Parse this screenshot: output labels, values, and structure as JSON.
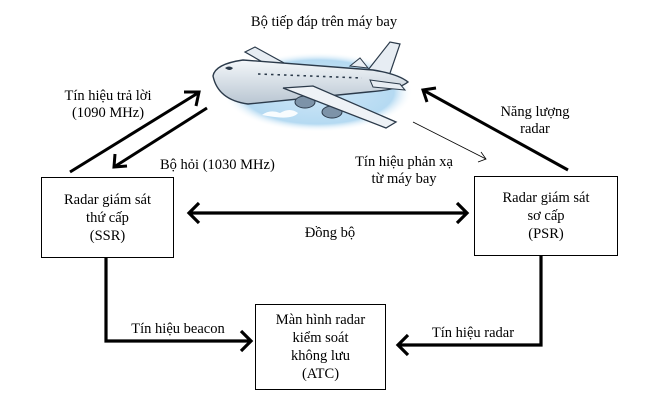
{
  "title": "Bộ tiếp đáp trên máy bay",
  "aircraft": {
    "icon": "airplane-icon"
  },
  "boxes": {
    "ssr": {
      "lines": [
        "Radar giám sát",
        "thứ cấp",
        "(SSR)"
      ]
    },
    "psr": {
      "lines": [
        "Radar giám sát",
        "sơ cấp",
        "(PSR)"
      ]
    },
    "atc": {
      "lines": [
        "Màn hình radar",
        "kiểm soát",
        "không lưu",
        "(ATC)"
      ]
    }
  },
  "labels": {
    "reply": [
      "Tín hiệu trả lời",
      "(1090 MHz)"
    ],
    "interrogator": "Bộ hỏi (1030 MHz)",
    "radar_energy": [
      "Năng lượng",
      "radar"
    ],
    "reflected": [
      "Tín hiệu phản xạ",
      "từ máy bay"
    ],
    "sync": "Đồng bộ",
    "beacon": "Tín hiệu beacon",
    "radar_signal": "Tín hiệu radar"
  }
}
